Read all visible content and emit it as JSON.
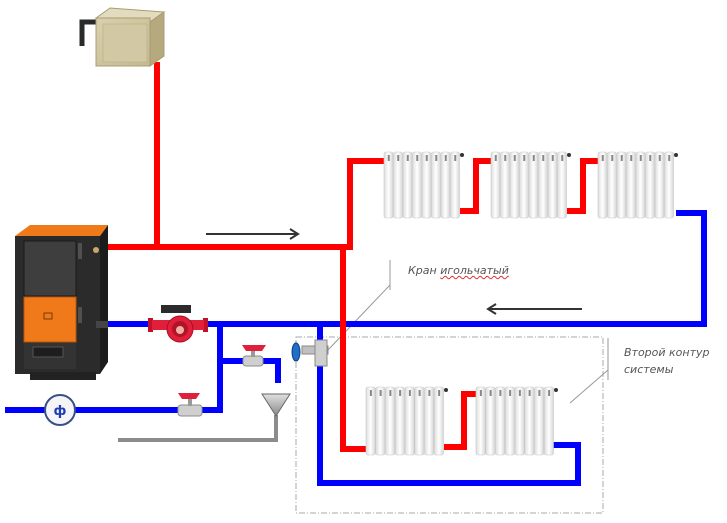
{
  "diagram": {
    "type": "heating-system-schematic",
    "colors": {
      "supply_pipe": "#ff0000",
      "return_pipe": "#0000ff",
      "drain_pipe": "#8c8c8c",
      "flow_arrow": "#333333",
      "boiler_body": "#2b2b2b",
      "boiler_accent": "#f07a1a",
      "tank": "#c8bd97",
      "radiator": "#f2f2f2",
      "annotation_line": "#999999"
    },
    "labels": {
      "needle_valve": {
        "prefix": "Кран ",
        "underlined": "игольчатый"
      },
      "second_circuit": {
        "line1": "Второй контур",
        "line2": "системы"
      }
    },
    "components": {
      "boiler": "solid-fuel-boiler",
      "expansion_tank": "open-expansion-tank",
      "pump": "circulation-pump",
      "filter_symbol": "ф",
      "ball_valves": 2,
      "needle_valve": "needle-valve",
      "drain_funnel": "drain-funnel",
      "radiators_upper_loop": 3,
      "radiators_second_loop": 2
    },
    "flow_arrows": [
      {
        "id": "supply-flow",
        "direction": "right"
      },
      {
        "id": "return-flow",
        "direction": "left"
      }
    ]
  }
}
